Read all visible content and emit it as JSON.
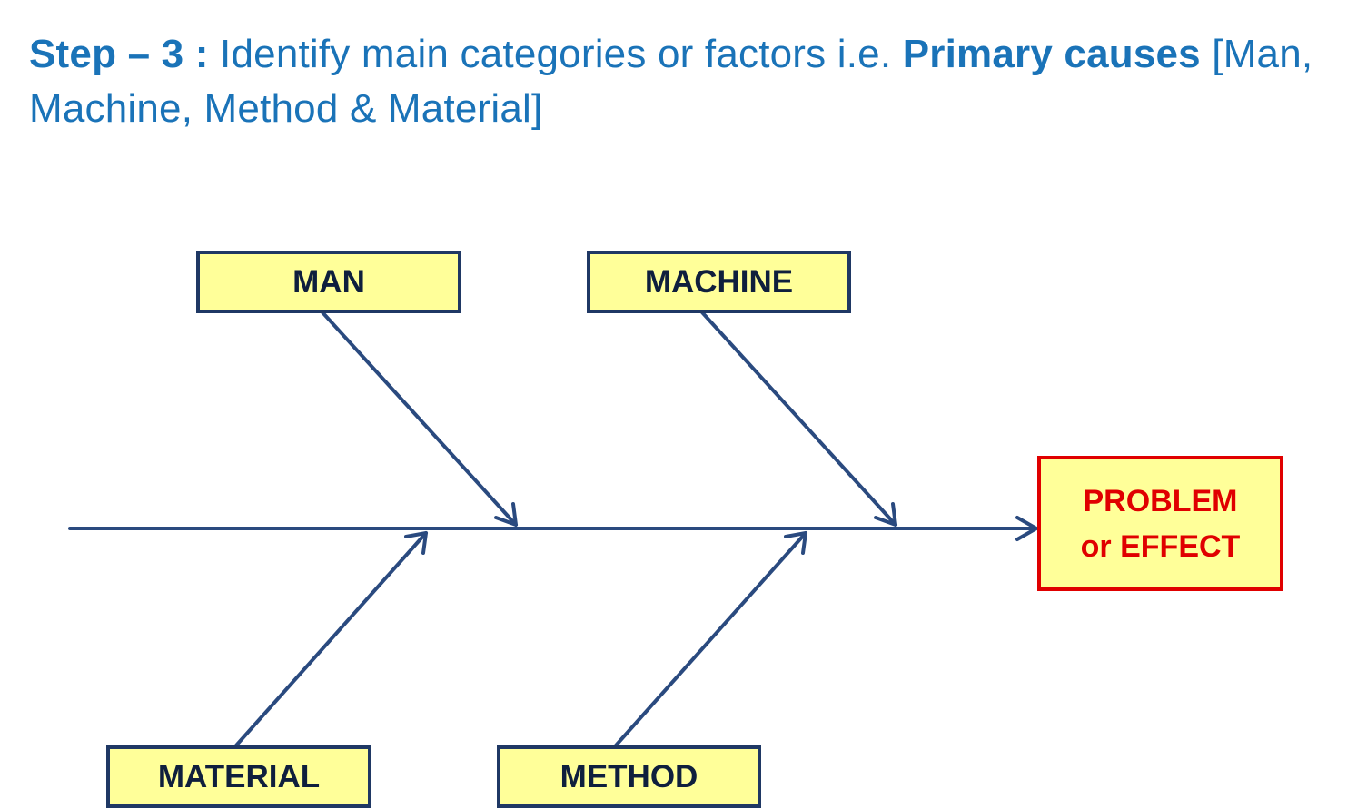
{
  "heading": {
    "step_label": "Step – 3 :",
    "text_before": " Identify main categories or factors i.e. ",
    "emphasis": "Primary causes",
    "text_after": " [Man, Machine, Method & Material]"
  },
  "diagram": {
    "causes": {
      "man": "MAN",
      "machine": "MACHINE",
      "material": "MATERIAL",
      "method": "METHOD"
    },
    "effect": {
      "line1": "PROBLEM",
      "line2": "or EFFECT"
    }
  },
  "colors": {
    "heading": "#1a73b8",
    "arrow": "#2a4a7f",
    "box_fill": "#ffff99",
    "box_border": "#1f3864",
    "effect_border": "#e00000",
    "effect_text": "#e00000"
  }
}
